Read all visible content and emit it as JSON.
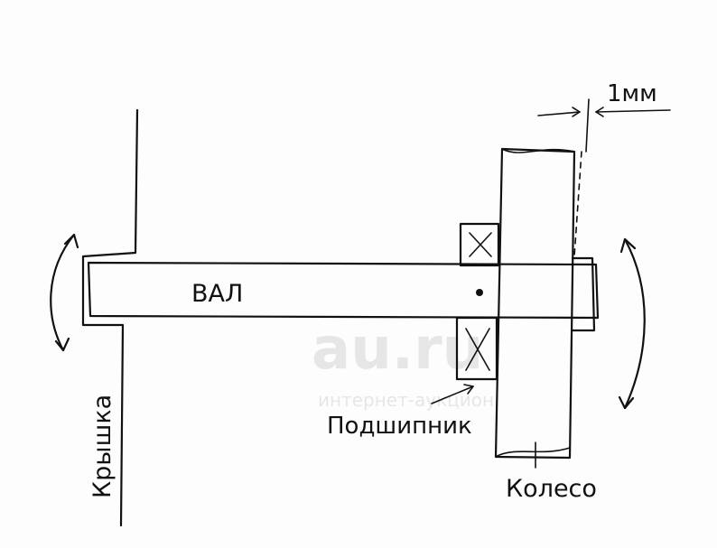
{
  "diagram": {
    "labels": {
      "shaft": "ВАЛ",
      "cover": "Крышка",
      "bearing": "Подшипник",
      "wheel": "Колесо",
      "gap": "1мм"
    },
    "watermark": {
      "logo": "au.ru",
      "tagline": "интернет-аукцион"
    },
    "ink_color": "#111111"
  }
}
